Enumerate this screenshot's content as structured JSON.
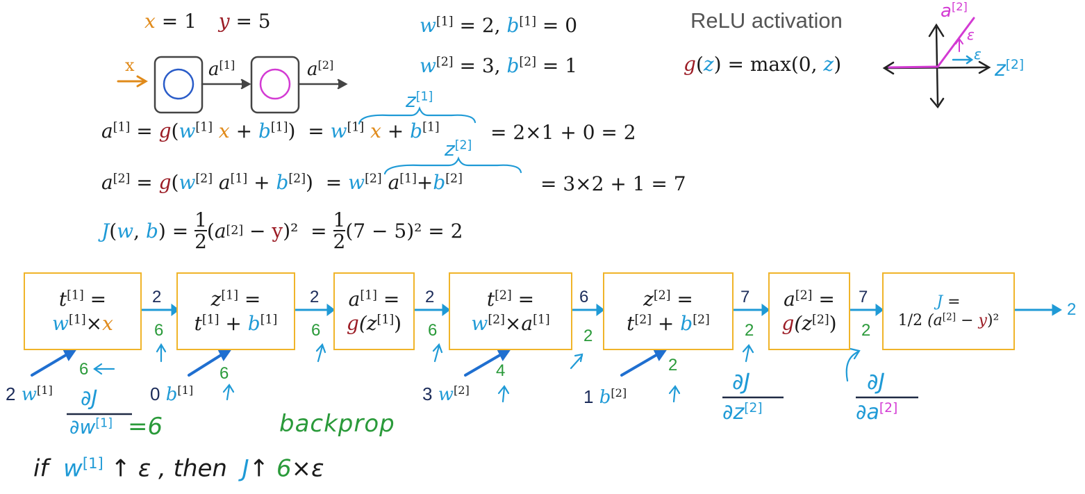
{
  "inputs": {
    "x_label": "x",
    "x_value": "= 1",
    "y_label": "y",
    "y_value": "= 5"
  },
  "params": {
    "w1": "w",
    "w1_eq": "= 2,",
    "b1": "b",
    "b1_eq": "= 0",
    "w2": "w",
    "w2_eq": "= 3,",
    "b2": "b",
    "b2_eq": "= 1",
    "sup1": "[1]",
    "sup2": "[2]"
  },
  "relu": {
    "title": "ReLU activation",
    "g": "g",
    "z": "z",
    "formula_mid": "= max(0,",
    "close": ")",
    "graph_a": "a",
    "graph_z": "z",
    "graph_sup": "[2]",
    "eps": "ε"
  },
  "network": {
    "x_label": "x",
    "a1_label": "a",
    "a2_label": "a",
    "sup1": "[1]",
    "sup2": "[2]"
  },
  "equations": {
    "eq1_lhs": "a",
    "eq1_rhs": "= 2×1 + 0 = 2",
    "eq1_brace": "z",
    "eq2_lhs": "a",
    "eq2_rhs": "= 3×2 + 1 = 7",
    "eq2_brace": "z",
    "eq3_frac": "1",
    "eq3_den": "2",
    "eq3_rhs": "(7 − 5)² = 2"
  },
  "graph": {
    "boxes": [
      {
        "top": "t",
        "top_sup": "[1]",
        "top_eq": " =",
        "bottom_a": "w",
        "bottom_sup": "[1]",
        "bottom_op": "×",
        "bottom_b": "x"
      },
      {
        "top": "z",
        "top_sup": "[1]",
        "top_eq": " =",
        "bottom_a": "t",
        "bottom_sup": "[1]",
        "bottom_op": " + ",
        "bottom_b": "b",
        "bottom_sup2": "[1]"
      },
      {
        "top": "a",
        "top_sup": "[1]",
        "top_eq": " =",
        "bottom_a": "g",
        "bottom_open": "(z",
        "bottom_sup": "[1]",
        "bottom_close": ")"
      },
      {
        "top": "t",
        "top_sup": "[2]",
        "top_eq": " =",
        "bottom_a": "w",
        "bottom_sup": "[2]",
        "bottom_op": "×a",
        "bottom_sup2": "[1]"
      },
      {
        "top": "z",
        "top_sup": "[2]",
        "top_eq": " =",
        "bottom_a": "t",
        "bottom_sup": "[2]",
        "bottom_op": " + ",
        "bottom_b": "b",
        "bottom_sup2": "[2]"
      },
      {
        "top": "a",
        "top_sup": "[2]",
        "top_eq": " =",
        "bottom_a": "g",
        "bottom_open": "(z",
        "bottom_sup": "[2]",
        "bottom_close": ")"
      },
      {
        "top": "J",
        "top_eq": " =",
        "bottom_frac": "1/2",
        "bottom_open": "(a",
        "bottom_sup": "[2]",
        "bottom_mid": " − ",
        "bottom_y": "y",
        "bottom_close": ")²"
      }
    ],
    "forward_values": [
      "2",
      "2",
      "2",
      "6",
      "7",
      "7",
      "2"
    ],
    "backward_values": [
      "6",
      "6",
      "6",
      "2",
      "2",
      "2"
    ],
    "param_inputs": [
      {
        "value": "2",
        "name": "w",
        "sup": "[1]",
        "grad": "6"
      },
      {
        "value": "0",
        "name": "b",
        "sup": "[1]",
        "grad": "6"
      },
      {
        "value": "3",
        "name": "w",
        "sup": "[2]",
        "grad": "4"
      },
      {
        "value": "1",
        "name": "b",
        "sup": "[2]",
        "grad": "2"
      }
    ]
  },
  "annotations": {
    "dJ_dw1_num": "∂J",
    "dJ_dw1_den": "∂w",
    "dJ_dw1_sup": "[1]",
    "dJ_dw1_val": "=6",
    "backprop": "backprop",
    "dJ_dz2_num": "∂J",
    "dJ_dz2_den": "∂z",
    "dJ_dz2_sup": "[2]",
    "dJ_da2_num": "∂J",
    "dJ_da2_den": "∂a",
    "dJ_da2_sup": "[2]",
    "bottom_if": "if",
    "bottom_w": "w",
    "bottom_sup": "[1]",
    "bottom_up1": "↑ ε , then",
    "bottom_J": "J",
    "bottom_up2": "↑",
    "bottom_six": "6",
    "bottom_times": "×ε"
  }
}
